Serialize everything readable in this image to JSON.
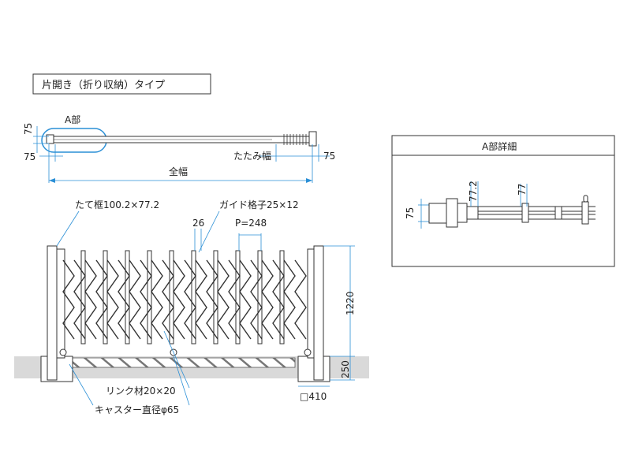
{
  "title": "片開き（折り収納）タイプ",
  "top_view": {
    "part_a_label": "A部",
    "dim_75_left_vertical": "75",
    "dim_75_left_horizontal": "75",
    "folded_width_label": "たたみ幅",
    "dim_75_right": "75",
    "overall_width_label": "全幅"
  },
  "detail_a": {
    "title": "A部詳細",
    "dim_75": "75",
    "dim_77_2": "77.2",
    "dim_77": "77"
  },
  "front_view": {
    "vertical_frame_label": "たて框100.2×77.2",
    "guide_lattice_label": "ガイド格子25×12",
    "dim_26": "26",
    "pitch_label": "P=248",
    "height_1220": "1220",
    "height_250": "250",
    "link_label": "リンク材20×20",
    "caster_label": "キャスター直径φ65",
    "foundation_label": "□410"
  },
  "colors": {
    "line": "#333333",
    "accent": "#2a8fd6",
    "ground": "#d9d9d9"
  }
}
